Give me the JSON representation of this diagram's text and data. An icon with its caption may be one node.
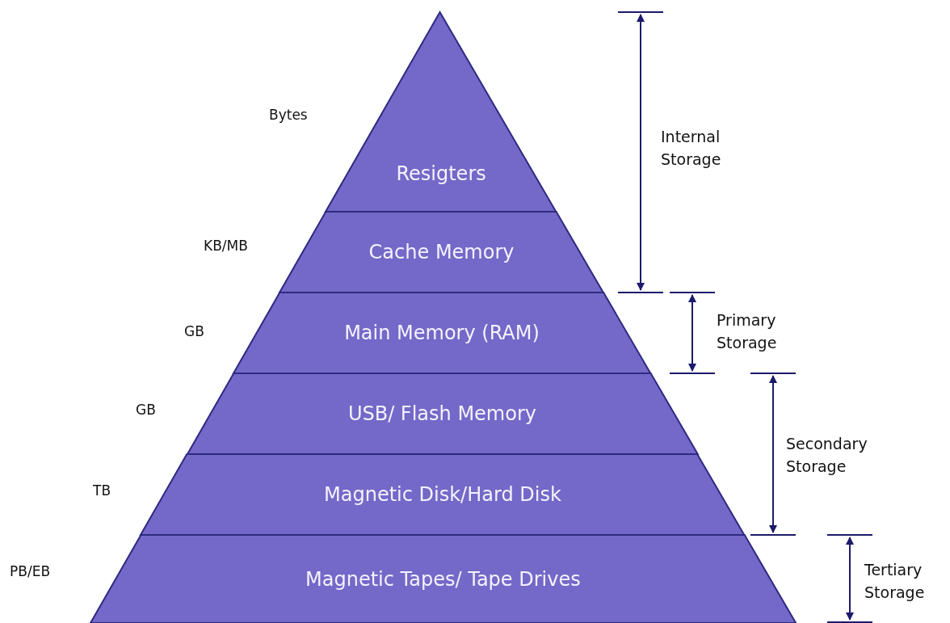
{
  "diagram": {
    "nodes": [
      {
        "text": [
          "Resigters"
        ]
      },
      {
        "text": [
          "Cache Memory"
        ]
      },
      {
        "text": [
          "Main Memory (RAM)"
        ]
      },
      {
        "text": [
          "USB/ Flash Memory"
        ]
      },
      {
        "text": [
          "Magnetic Disk/Hard Disk"
        ]
      },
      {
        "text": [
          "Magnetic Tapes/ Tape Drives"
        ]
      }
    ],
    "labels": [
      "Bytes",
      "Internal Storage",
      "KB/MB",
      "GB",
      "Primary Storage",
      "GB",
      "Secondary Storage",
      "TB",
      "PB/EB",
      "Tertiary Storage"
    ]
  }
}
